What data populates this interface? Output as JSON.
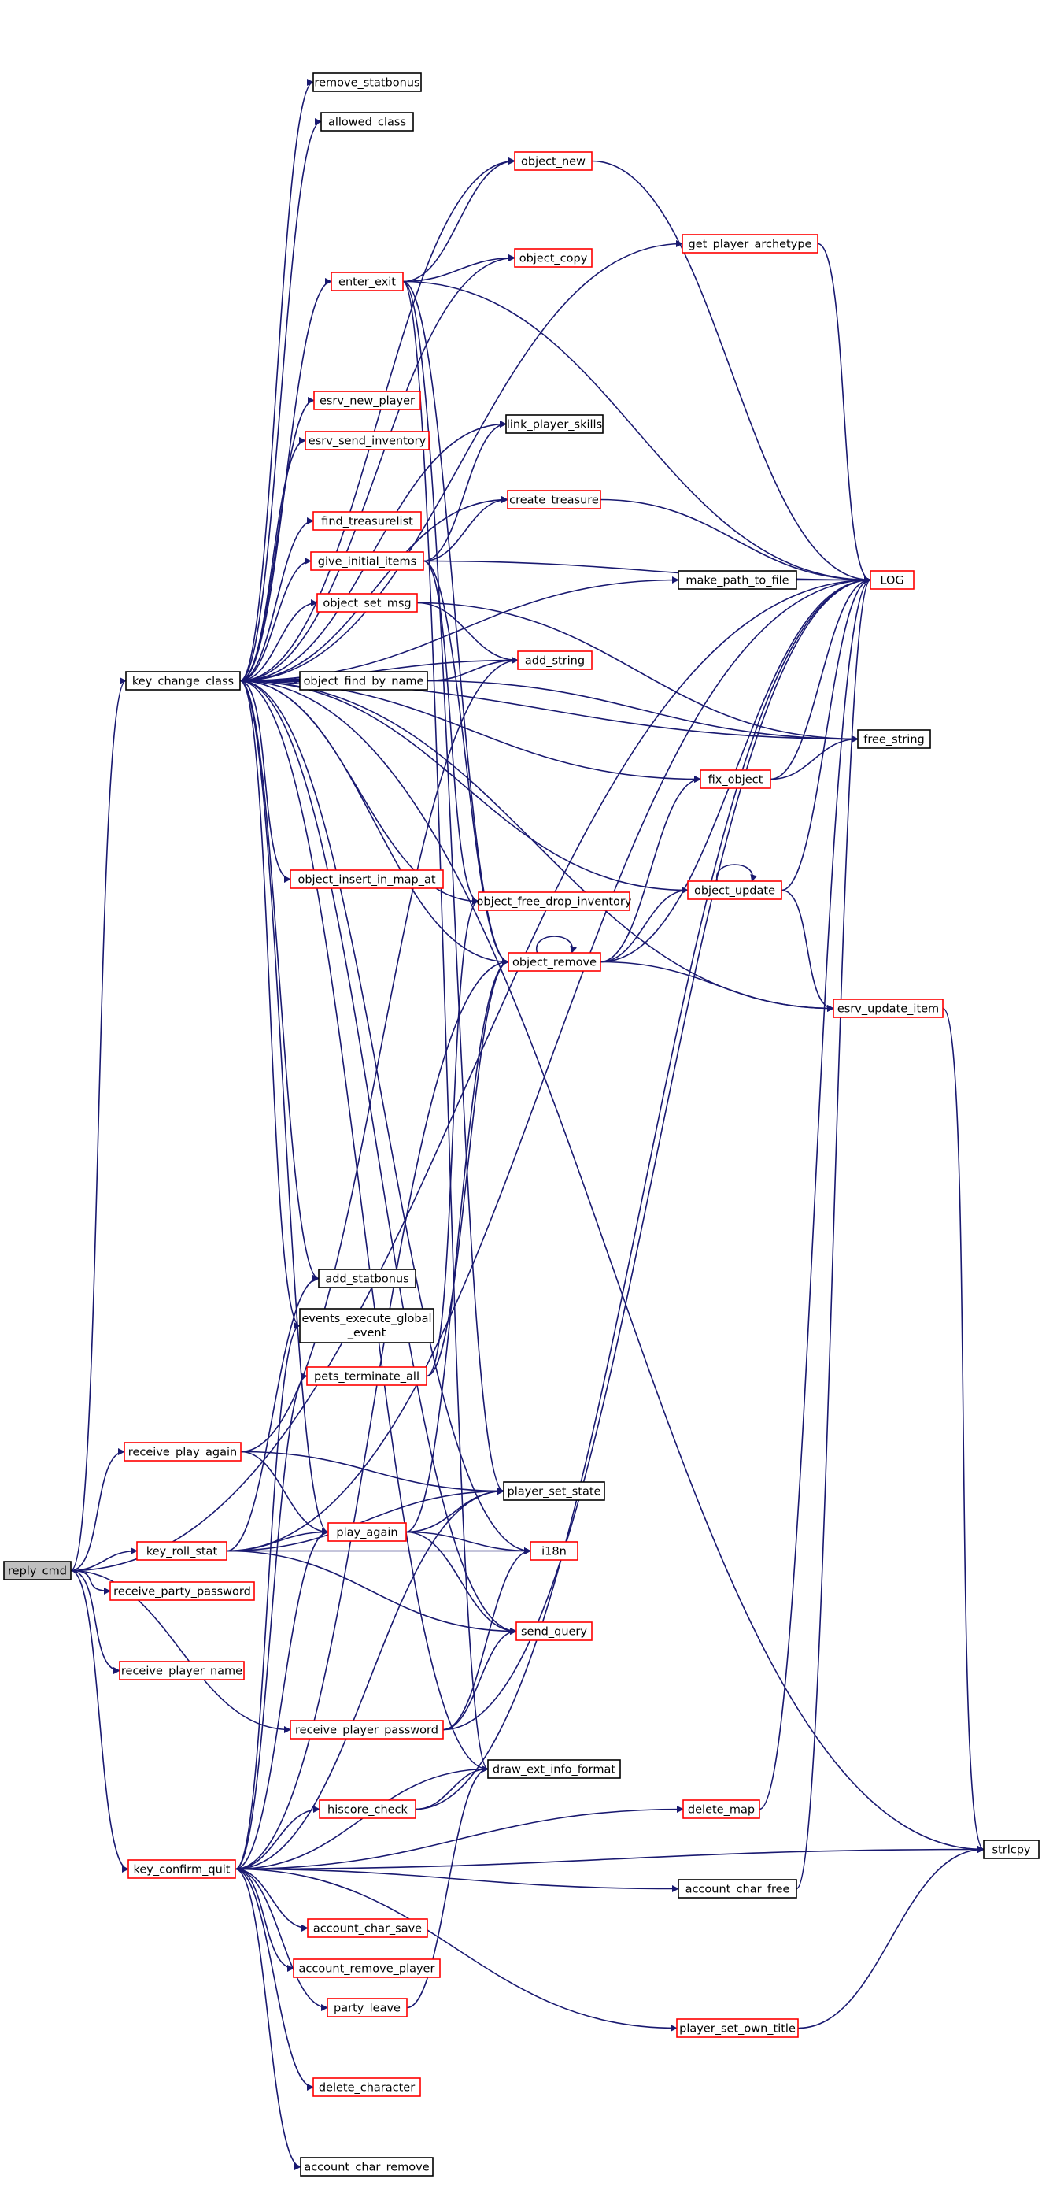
{
  "graph": {
    "colors": {
      "edge": "#191970",
      "node_border_default": "#000000",
      "node_border_linked": "#ff0000",
      "root_fill": "#bfbfbf",
      "node_fill": "#ffffff"
    },
    "nodes": [
      {
        "id": "reply_cmd",
        "label": "reply_cmd",
        "style": "root"
      },
      {
        "id": "key_change_class",
        "label": "key_change_class",
        "style": "plain"
      },
      {
        "id": "remove_statbonus",
        "label": "remove_statbonus",
        "style": "plain"
      },
      {
        "id": "allowed_class",
        "label": "allowed_class",
        "style": "plain"
      },
      {
        "id": "object_new",
        "label": "object_new",
        "style": "linked"
      },
      {
        "id": "enter_exit",
        "label": "enter_exit",
        "style": "linked"
      },
      {
        "id": "object_copy",
        "label": "object_copy",
        "style": "linked"
      },
      {
        "id": "get_player_archetype",
        "label": "get_player_archetype",
        "style": "linked"
      },
      {
        "id": "esrv_new_player",
        "label": "esrv_new_player",
        "style": "linked"
      },
      {
        "id": "esrv_send_inventory",
        "label": "esrv_send_inventory",
        "style": "linked"
      },
      {
        "id": "link_player_skills",
        "label": "link_player_skills",
        "style": "plain"
      },
      {
        "id": "create_treasure",
        "label": "create_treasure",
        "style": "linked"
      },
      {
        "id": "find_treasurelist",
        "label": "find_treasurelist",
        "style": "linked"
      },
      {
        "id": "give_initial_items",
        "label": "give_initial_items",
        "style": "linked"
      },
      {
        "id": "make_path_to_file",
        "label": "make_path_to_file",
        "style": "plain"
      },
      {
        "id": "LOG",
        "label": "LOG",
        "style": "linked"
      },
      {
        "id": "object_set_msg",
        "label": "object_set_msg",
        "style": "linked"
      },
      {
        "id": "add_string",
        "label": "add_string",
        "style": "linked"
      },
      {
        "id": "object_find_by_name",
        "label": "object_find_by_name",
        "style": "plain"
      },
      {
        "id": "free_string",
        "label": "free_string",
        "style": "plain"
      },
      {
        "id": "fix_object",
        "label": "fix_object",
        "style": "linked"
      },
      {
        "id": "object_insert_in_map_at",
        "label": "object_insert_in_map_at",
        "style": "linked"
      },
      {
        "id": "object_free_drop_inventory",
        "label": "object_free_drop_inventory",
        "style": "linked"
      },
      {
        "id": "object_update",
        "label": "object_update",
        "style": "linked"
      },
      {
        "id": "object_remove",
        "label": "object_remove",
        "style": "linked"
      },
      {
        "id": "esrv_update_item",
        "label": "esrv_update_item",
        "style": "linked"
      },
      {
        "id": "add_statbonus",
        "label": "add_statbonus",
        "style": "plain"
      },
      {
        "id": "events_execute_global_event",
        "label": "events_execute_global\n_event",
        "style": "plain"
      },
      {
        "id": "pets_terminate_all",
        "label": "pets_terminate_all",
        "style": "linked"
      },
      {
        "id": "receive_play_again",
        "label": "receive_play_again",
        "style": "linked"
      },
      {
        "id": "player_set_state",
        "label": "player_set_state",
        "style": "plain"
      },
      {
        "id": "key_roll_stat",
        "label": "key_roll_stat",
        "style": "linked"
      },
      {
        "id": "play_again",
        "label": "play_again",
        "style": "linked"
      },
      {
        "id": "i18n",
        "label": "i18n",
        "style": "linked"
      },
      {
        "id": "receive_party_password",
        "label": "receive_party_password",
        "style": "linked"
      },
      {
        "id": "send_query",
        "label": "send_query",
        "style": "linked"
      },
      {
        "id": "receive_player_name",
        "label": "receive_player_name",
        "style": "linked"
      },
      {
        "id": "receive_player_password",
        "label": "receive_player_password",
        "style": "linked"
      },
      {
        "id": "draw_ext_info_format",
        "label": "draw_ext_info_format",
        "style": "plain"
      },
      {
        "id": "hiscore_check",
        "label": "hiscore_check",
        "style": "linked"
      },
      {
        "id": "delete_map",
        "label": "delete_map",
        "style": "linked"
      },
      {
        "id": "key_confirm_quit",
        "label": "key_confirm_quit",
        "style": "linked"
      },
      {
        "id": "strlcpy",
        "label": "strlcpy",
        "style": "plain"
      },
      {
        "id": "account_char_free",
        "label": "account_char_free",
        "style": "plain"
      },
      {
        "id": "account_char_save",
        "label": "account_char_save",
        "style": "linked"
      },
      {
        "id": "account_remove_player",
        "label": "account_remove_player",
        "style": "linked"
      },
      {
        "id": "party_leave",
        "label": "party_leave",
        "style": "linked"
      },
      {
        "id": "player_set_own_title",
        "label": "player_set_own_title",
        "style": "linked"
      },
      {
        "id": "delete_character",
        "label": "delete_character",
        "style": "linked"
      },
      {
        "id": "account_char_remove",
        "label": "account_char_remove",
        "style": "plain"
      }
    ],
    "edges": [
      [
        "reply_cmd",
        "key_change_class"
      ],
      [
        "reply_cmd",
        "LOG"
      ],
      [
        "reply_cmd",
        "receive_play_again"
      ],
      [
        "reply_cmd",
        "key_roll_stat"
      ],
      [
        "reply_cmd",
        "receive_party_password"
      ],
      [
        "reply_cmd",
        "receive_player_name"
      ],
      [
        "reply_cmd",
        "receive_player_password"
      ],
      [
        "reply_cmd",
        "key_confirm_quit"
      ],
      [
        "key_change_class",
        "remove_statbonus"
      ],
      [
        "key_change_class",
        "allowed_class"
      ],
      [
        "key_change_class",
        "object_new"
      ],
      [
        "key_change_class",
        "object_copy"
      ],
      [
        "key_change_class",
        "get_player_archetype"
      ],
      [
        "key_change_class",
        "enter_exit"
      ],
      [
        "key_change_class",
        "esrv_new_player"
      ],
      [
        "key_change_class",
        "esrv_send_inventory"
      ],
      [
        "key_change_class",
        "link_player_skills"
      ],
      [
        "key_change_class",
        "create_treasure"
      ],
      [
        "key_change_class",
        "find_treasurelist"
      ],
      [
        "key_change_class",
        "give_initial_items"
      ],
      [
        "key_change_class",
        "make_path_to_file"
      ],
      [
        "key_change_class",
        "object_set_msg"
      ],
      [
        "key_change_class",
        "add_string"
      ],
      [
        "key_change_class",
        "object_find_by_name"
      ],
      [
        "key_change_class",
        "free_string"
      ],
      [
        "key_change_class",
        "fix_object"
      ],
      [
        "key_change_class",
        "object_insert_in_map_at"
      ],
      [
        "key_change_class",
        "object_free_drop_inventory"
      ],
      [
        "key_change_class",
        "object_update"
      ],
      [
        "key_change_class",
        "object_remove"
      ],
      [
        "key_change_class",
        "esrv_update_item"
      ],
      [
        "key_change_class",
        "add_statbonus"
      ],
      [
        "key_change_class",
        "events_execute_global_event"
      ],
      [
        "key_change_class",
        "play_again"
      ],
      [
        "key_change_class",
        "i18n"
      ],
      [
        "key_change_class",
        "send_query"
      ],
      [
        "key_change_class",
        "draw_ext_info_format"
      ],
      [
        "key_change_class",
        "strlcpy"
      ],
      [
        "object_new",
        "LOG"
      ],
      [
        "enter_exit",
        "object_new"
      ],
      [
        "enter_exit",
        "object_copy"
      ],
      [
        "enter_exit",
        "LOG"
      ],
      [
        "enter_exit",
        "player_set_state"
      ],
      [
        "enter_exit",
        "object_remove"
      ],
      [
        "enter_exit",
        "draw_ext_info_format"
      ],
      [
        "get_player_archetype",
        "LOG"
      ],
      [
        "create_treasure",
        "LOG"
      ],
      [
        "give_initial_items",
        "link_player_skills"
      ],
      [
        "give_initial_items",
        "create_treasure"
      ],
      [
        "give_initial_items",
        "LOG"
      ],
      [
        "give_initial_items",
        "object_free_drop_inventory"
      ],
      [
        "give_initial_items",
        "object_remove"
      ],
      [
        "make_path_to_file",
        "LOG"
      ],
      [
        "object_set_msg",
        "add_string"
      ],
      [
        "object_set_msg",
        "free_string"
      ],
      [
        "object_find_by_name",
        "add_string"
      ],
      [
        "object_find_by_name",
        "free_string"
      ],
      [
        "fix_object",
        "LOG"
      ],
      [
        "fix_object",
        "free_string"
      ],
      [
        "object_update",
        "object_update"
      ],
      [
        "object_update",
        "LOG"
      ],
      [
        "object_update",
        "esrv_update_item"
      ],
      [
        "object_remove",
        "object_remove"
      ],
      [
        "object_remove",
        "LOG"
      ],
      [
        "object_remove",
        "fix_object"
      ],
      [
        "object_remove",
        "object_update"
      ],
      [
        "object_remove",
        "esrv_update_item"
      ],
      [
        "esrv_update_item",
        "strlcpy"
      ],
      [
        "pets_terminate_all",
        "object_free_drop_inventory"
      ],
      [
        "pets_terminate_all",
        "object_remove"
      ],
      [
        "receive_play_again",
        "add_string"
      ],
      [
        "receive_play_again",
        "player_set_state"
      ],
      [
        "receive_play_again",
        "play_again"
      ],
      [
        "key_roll_stat",
        "add_statbonus"
      ],
      [
        "key_roll_stat",
        "player_set_state"
      ],
      [
        "key_roll_stat",
        "play_again"
      ],
      [
        "key_roll_stat",
        "i18n"
      ],
      [
        "key_roll_stat",
        "send_query"
      ],
      [
        "key_roll_stat",
        "LOG"
      ],
      [
        "play_again",
        "player_set_state"
      ],
      [
        "play_again",
        "i18n"
      ],
      [
        "play_again",
        "send_query"
      ],
      [
        "play_again",
        "object_remove"
      ],
      [
        "receive_player_password",
        "i18n"
      ],
      [
        "receive_player_password",
        "send_query"
      ],
      [
        "receive_player_password",
        "LOG"
      ],
      [
        "hiscore_check",
        "draw_ext_info_format"
      ],
      [
        "hiscore_check",
        "LOG"
      ],
      [
        "delete_map",
        "LOG"
      ],
      [
        "key_confirm_quit",
        "events_execute_global_event"
      ],
      [
        "key_confirm_quit",
        "pets_terminate_all"
      ],
      [
        "key_confirm_quit",
        "play_again"
      ],
      [
        "key_confirm_quit",
        "player_set_state"
      ],
      [
        "key_confirm_quit",
        "object_remove"
      ],
      [
        "key_confirm_quit",
        "draw_ext_info_format"
      ],
      [
        "key_confirm_quit",
        "hiscore_check"
      ],
      [
        "key_confirm_quit",
        "delete_map"
      ],
      [
        "key_confirm_quit",
        "strlcpy"
      ],
      [
        "key_confirm_quit",
        "account_char_free"
      ],
      [
        "key_confirm_quit",
        "account_char_save"
      ],
      [
        "key_confirm_quit",
        "account_remove_player"
      ],
      [
        "key_confirm_quit",
        "party_leave"
      ],
      [
        "key_confirm_quit",
        "player_set_own_title"
      ],
      [
        "key_confirm_quit",
        "delete_character"
      ],
      [
        "key_confirm_quit",
        "account_char_remove"
      ],
      [
        "account_char_free",
        "LOG"
      ],
      [
        "party_leave",
        "draw_ext_info_format"
      ],
      [
        "player_set_own_title",
        "strlcpy"
      ]
    ]
  }
}
